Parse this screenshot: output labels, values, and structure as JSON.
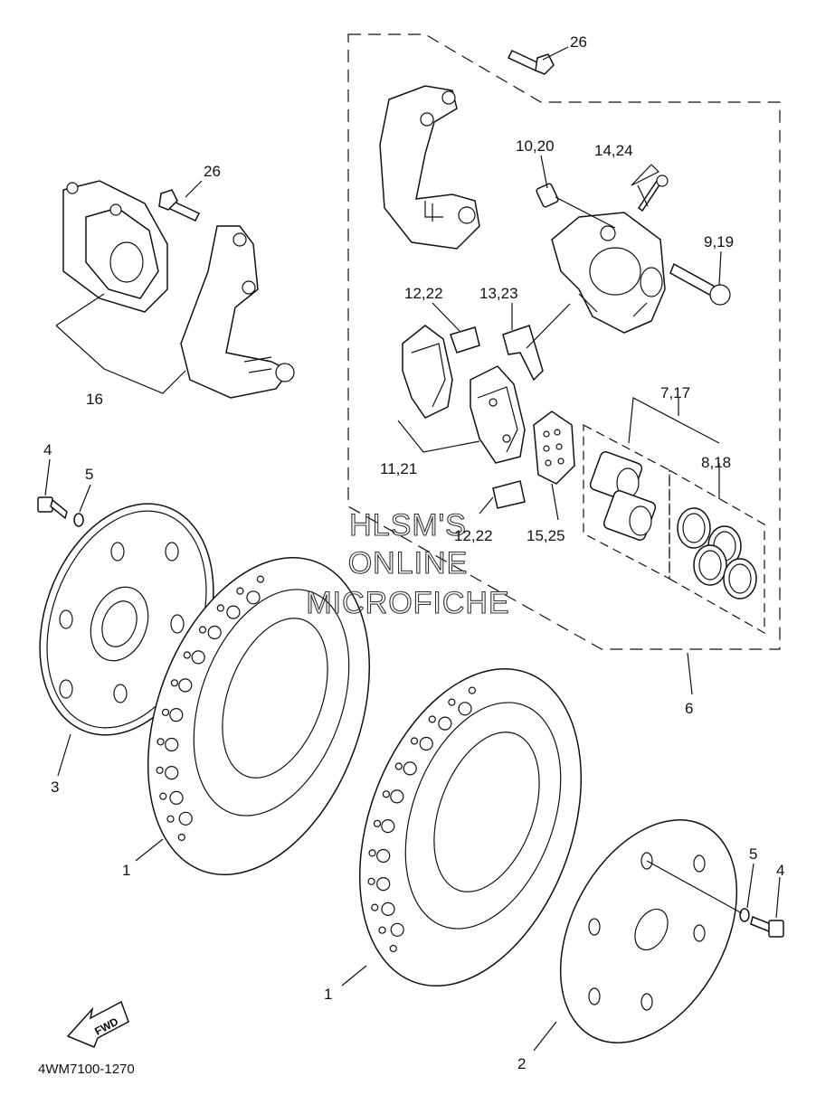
{
  "diagram_code": "4WM7100-1270",
  "watermark": [
    "HLSM'S",
    "ONLINE",
    "MICROFICHE"
  ],
  "fwd_label": "FWD",
  "callouts": {
    "c26a": "26",
    "c26b": "26",
    "c10_20": "10,20",
    "c14_24": "14,24",
    "c9_19": "9,19",
    "c12_22a": "12,22",
    "c13_23": "13,23",
    "c7_17": "7,17",
    "c8_18": "8,18",
    "c11_21": "11,21",
    "c12_22b": "12,22",
    "c15_25": "15,25",
    "c16": "16",
    "c6": "6",
    "c4a": "4",
    "c5a": "5",
    "c3": "3",
    "c1a": "1",
    "c1b": "1",
    "c5b": "5",
    "c4b": "4",
    "c2": "2"
  }
}
